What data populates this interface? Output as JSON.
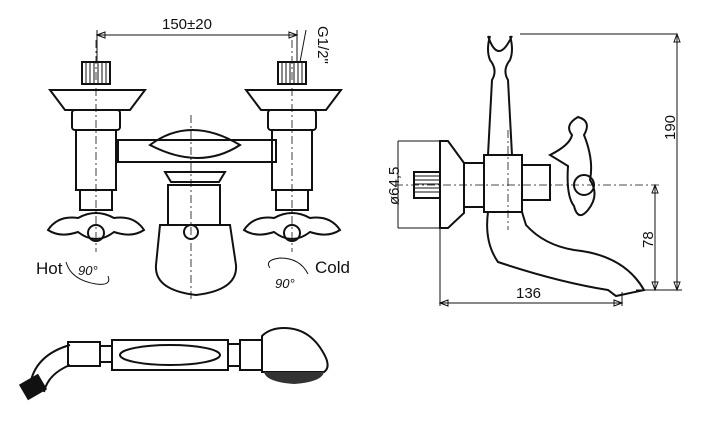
{
  "front_view": {
    "width_dim": "150±20",
    "thread_dim": "G1/2\"",
    "hot_label": "Hot",
    "hot_angle": "90°",
    "cold_label": "Cold",
    "cold_angle": "90°"
  },
  "side_view": {
    "diameter_dim": "ø64,5",
    "height_dim": "190",
    "spout_height_dim": "78",
    "depth_dim": "136"
  }
}
